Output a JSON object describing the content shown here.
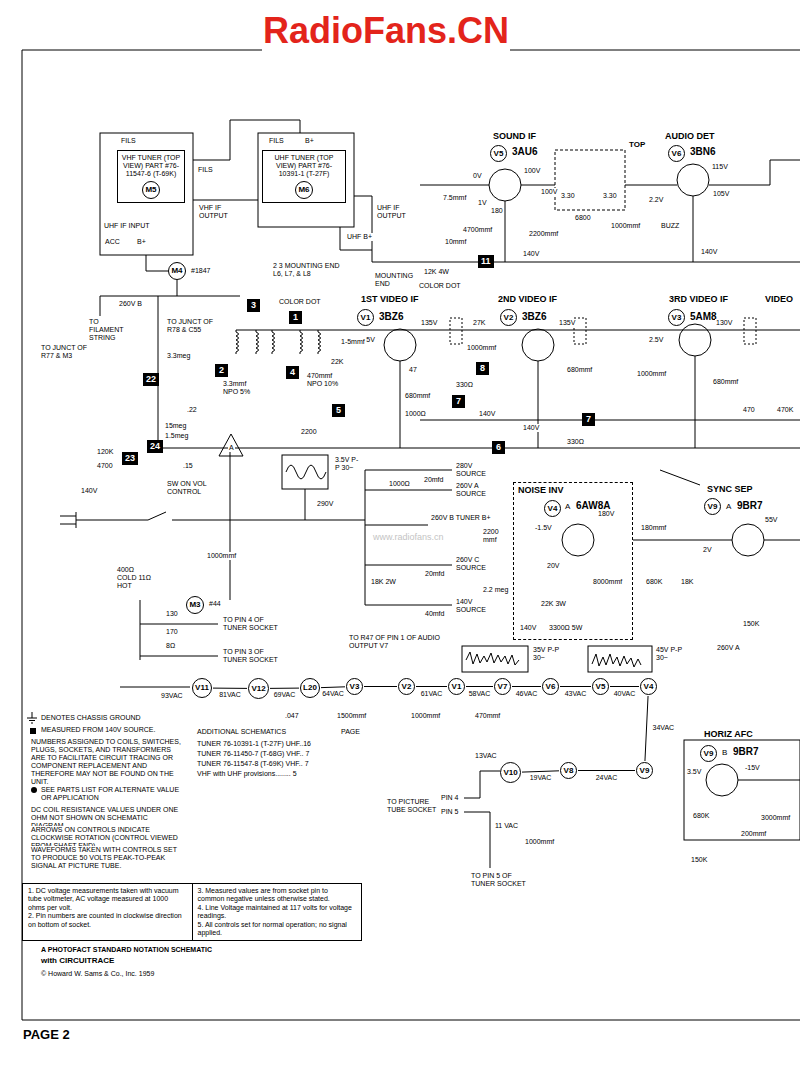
{
  "diagram": {
    "nodes": [
      {
        "text": [
          "VHF TUNER (TOP VIEW) PART #76-11547-6 (T-69K)"
        ]
      },
      {
        "text": [
          "M5"
        ],
        "in": 0
      },
      {
        "text": [
          "UHF TUNER (TOP VIEW) PART #76-10391-1 (T-27F)"
        ]
      },
      {
        "text": [
          "M6"
        ],
        "in": 2
      },
      {
        "text": [
          "M4"
        ]
      },
      {
        "text": [
          "V5"
        ]
      },
      {
        "text": [
          "V6"
        ]
      },
      {
        "text": [
          "11"
        ]
      },
      {
        "text": [
          "3"
        ]
      },
      {
        "text": [
          "1"
        ]
      },
      {
        "text": [
          "V1"
        ]
      },
      {
        "text": [
          "V2"
        ]
      },
      {
        "text": [
          "V3"
        ]
      },
      {
        "text": [
          "8"
        ]
      },
      {
        "text": [
          "2"
        ]
      },
      {
        "text": [
          "4"
        ]
      },
      {
        "text": [
          "22"
        ]
      },
      {
        "text": [
          "7"
        ]
      },
      {
        "text": [
          "5"
        ]
      },
      {
        "text": [
          "7"
        ]
      },
      {
        "text": [
          "24"
        ]
      },
      {
        "text": [
          "6"
        ]
      },
      {
        "text": [
          "23"
        ]
      },
      {
        "text": [
          "NOISE INV"
        ]
      },
      {
        "text": [
          "V4"
        ],
        "in": 23
      },
      {
        "text": [
          "V9"
        ]
      },
      {
        "text": [
          "M3"
        ]
      },
      {
        "text": [
          "V11"
        ]
      },
      {
        "text": [
          "V12"
        ]
      },
      {
        "text": [
          "L20"
        ]
      },
      {
        "text": [
          "V3"
        ]
      },
      {
        "text": [
          "V2"
        ]
      },
      {
        "text": [
          "V1"
        ]
      },
      {
        "text": [
          "V7"
        ]
      },
      {
        "text": [
          "V6"
        ]
      },
      {
        "text": [
          "V5"
        ]
      },
      {
        "text": [
          "V4"
        ]
      },
      {
        "text": [
          "V9"
        ]
      },
      {
        "text": [
          "V9"
        ]
      },
      {
        "text": [
          "V8"
        ]
      },
      {
        "text": [
          "V10"
        ]
      },
      {
        "text": [
          "1. DC voltage measurements taken with vacuum tube voltmeter, AC voltage measured at 1000 ohms per volt.",
          "2. Pin numbers are counted in clockwise direction on bottom of socket.",
          "3. Measured values are from socket pin to common negative unless otherwise stated.",
          "4. Line Voltage maintained at 117 volts for voltage readings.",
          "5. All controls set for normal operation; no signal applied."
        ]
      }
    ],
    "edges": [
      {
        "from": 27,
        "to": 28,
        "arrow": "none",
        "label": "81VAC"
      },
      {
        "from": 28,
        "to": 29,
        "arrow": "none",
        "label": "69VAC"
      },
      {
        "from": 29,
        "to": 30,
        "arrow": "none",
        "label": "64VAC"
      },
      {
        "from": 30,
        "to": 31,
        "arrow": "none"
      },
      {
        "from": 31,
        "to": 32,
        "arrow": "none",
        "label": "61VAC"
      },
      {
        "from": 32,
        "to": 33,
        "arrow": "none",
        "label": "58VAC"
      },
      {
        "from": 33,
        "to": 34,
        "arrow": "none",
        "label": "46VAC"
      },
      {
        "from": 34,
        "to": 35,
        "arrow": "none",
        "label": "43VAC"
      },
      {
        "from": 35,
        "to": 36,
        "arrow": "none",
        "label": "40VAC"
      },
      {
        "from": 36,
        "to": 38,
        "arrow": "none",
        "label": "34VAC"
      },
      {
        "from": 38,
        "to": 39,
        "arrow": "none",
        "label": "24VAC"
      },
      {
        "from": 39,
        "to": 40,
        "arrow": "none",
        "label": "19VAC"
      }
    ],
    "labels": [
      "RadioFans.CN",
      "PAGE 2",
      "SOUND IF",
      "3AU6",
      "AUDIO DET",
      "3BN6",
      "TOP",
      "3.30",
      "3.30",
      "100V",
      "100V",
      "0V",
      "1V",
      "7.5mmf",
      "180",
      "4700mmf",
      "10mmf",
      "2200mmf",
      "6800",
      "140V",
      "115V",
      "105V",
      "2.2V",
      "1000mmf",
      "BUZZ",
      "140V",
      "FILS",
      "FILS",
      "FILS",
      "B+",
      "VHF IF OUTPUT",
      "UHF IF INPUT",
      "ACC",
      "B+",
      "UHF IF OUTPUT",
      "UHF B+",
      "12K 4W",
      "#1847",
      "260V B",
      "TO FILAMENT STRING",
      "TO JUNCT OF R77 & M3",
      "TO JUNCT OF R78 & C55",
      "3.3meg",
      "15meg",
      "1.5meg",
      "120K",
      "4700",
      "140V",
      ".22",
      ".15",
      "SW ON VOL CONTROL",
      "A",
      "2 3 MOUNTING END L6, L7, & L8",
      "COLOR DOT",
      "MOUNTING END",
      "COLOR DOT",
      "1ST VIDEO IF",
      "3BZ6",
      "2ND VIDEO IF",
      "3BZ6",
      "3RD VIDEO IF",
      "5AM8",
      "VIDEO",
      "135V",
      "-.5V",
      "27K",
      "135V",
      "130V",
      "2.5V",
      "1-5mmf",
      "3.3mmf NPO 5%",
      "22K",
      "470mmf NPO 10%",
      "2200",
      "47",
      "680mmf",
      "330Ω",
      "1000Ω",
      "140V",
      "1000mmf",
      "680mmf",
      "140V",
      "330Ω",
      "1000mmf",
      "680mmf",
      "470",
      "470K",
      "280V SOURCE",
      "260V A SOURCE",
      "260V B TUNER B+",
      "www.radiofans.cn",
      "260V C SOURCE",
      "140V SOURCE",
      "TO R47 OF PIN 1 OF AUDIO OUTPUT V7",
      "290V",
      "3.5V P-P 30~",
      "1000Ω",
      "20mfd",
      "20mfd",
      "18K 2W",
      "40mfd",
      "1000mmf",
      "400Ω COLD 11Ω HOT",
      "#44",
      "130",
      "170",
      "8Ω",
      "TO PIN 4 OF TUNER SOCKET",
      "TO PIN 3 OF TUNER SOCKET",
      "6AW8A",
      "A",
      "SYNC SEP",
      "A",
      "9BR7",
      "2200 mmf",
      "-1.5V",
      "180V",
      "20V",
      "2.2 meg",
      "22K 3W",
      "140V",
      "3300Ω 5W",
      "8000mmf",
      "180mmf",
      "680K",
      "18K",
      "2V",
      "55V",
      "150K",
      "260V A",
      "35V P-P 30~",
      "45V P-P 30~",
      "HORIZ AFC",
      "B",
      "9BR7",
      "3.5V",
      "-15V",
      "680K",
      "200mmf",
      "3000mmf",
      "150K",
      "93VAC",
      ".047",
      "1500mmf",
      "1000mmf",
      "470mmf",
      "13VAC",
      "PIN 4",
      "PIN 5",
      "TO PICTURE TUBE SOCKET",
      "11 VAC",
      "1000mmf",
      "TO PIN 5 OF TUNER SOCKET",
      "DENOTES CHASSIS GROUND",
      "MEASURED FROM 140V SOURCE.",
      "NUMBERS ASSIGNED TO COILS, SWITCHES, PLUGS, SOCKETS, AND TRANSFORMERS ARE TO FACILITATE CIRCUIT TRACING OR COMPONENT REPLACEMENT AND THEREFORE MAY NOT BE FOUND ON THE UNIT.",
      "SEE PARTS LIST FOR ALTERNATE VALUE OR APPLICATION",
      "DC COIL RESISTANCE VALUES UNDER ONE OHM NOT SHOWN ON SCHEMATIC DIAGRAM",
      "ARROWS ON CONTROLS INDICATE CLOCKWISE ROTATION (CONTROL VIEWED FROM SHAFT END)",
      "WAVEFORMS TAKEN WITH CONTROLS SET TO PRODUCE 50 VOLTS PEAK-TO-PEAK SIGNAL AT PICTURE TUBE.",
      "ADDITIONAL SCHEMATICS",
      "PAGE",
      "TUNER 76-10391-1 (T-27F) UHF..16",
      "TUNER 76-11450-7 (T-68G) VHF.. 7",
      "TUNER 76-11547-8 (T-69K) VHF.. 7",
      "VHF with UHF provisions........ 5",
      "A PHOTOFACT STANDARD NOTATION SCHEMATIC",
      "with CIRCUITRACE",
      "© Howard W. Sams & Co., Inc. 1959"
    ]
  }
}
